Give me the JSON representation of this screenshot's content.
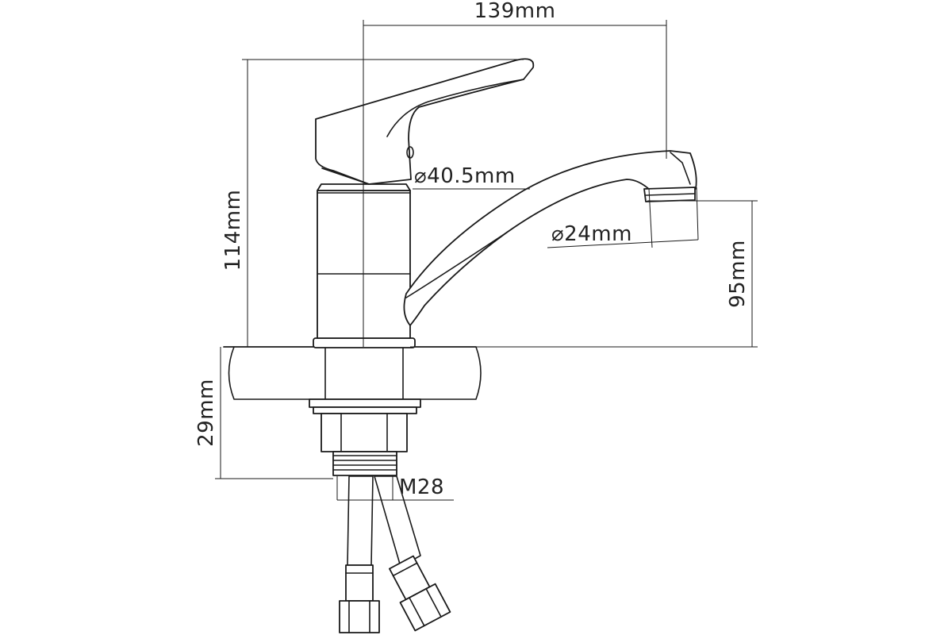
{
  "labels": {
    "width": "139mm",
    "height": "114mm",
    "body_diameter": "⌀40.5mm",
    "aerator_diameter": "⌀24mm",
    "spout_height": "95mm",
    "shank_length": "29mm",
    "thread": "M28"
  },
  "colors": {
    "line": "#1a1a1a",
    "text": "#222222",
    "background": "#ffffff"
  }
}
